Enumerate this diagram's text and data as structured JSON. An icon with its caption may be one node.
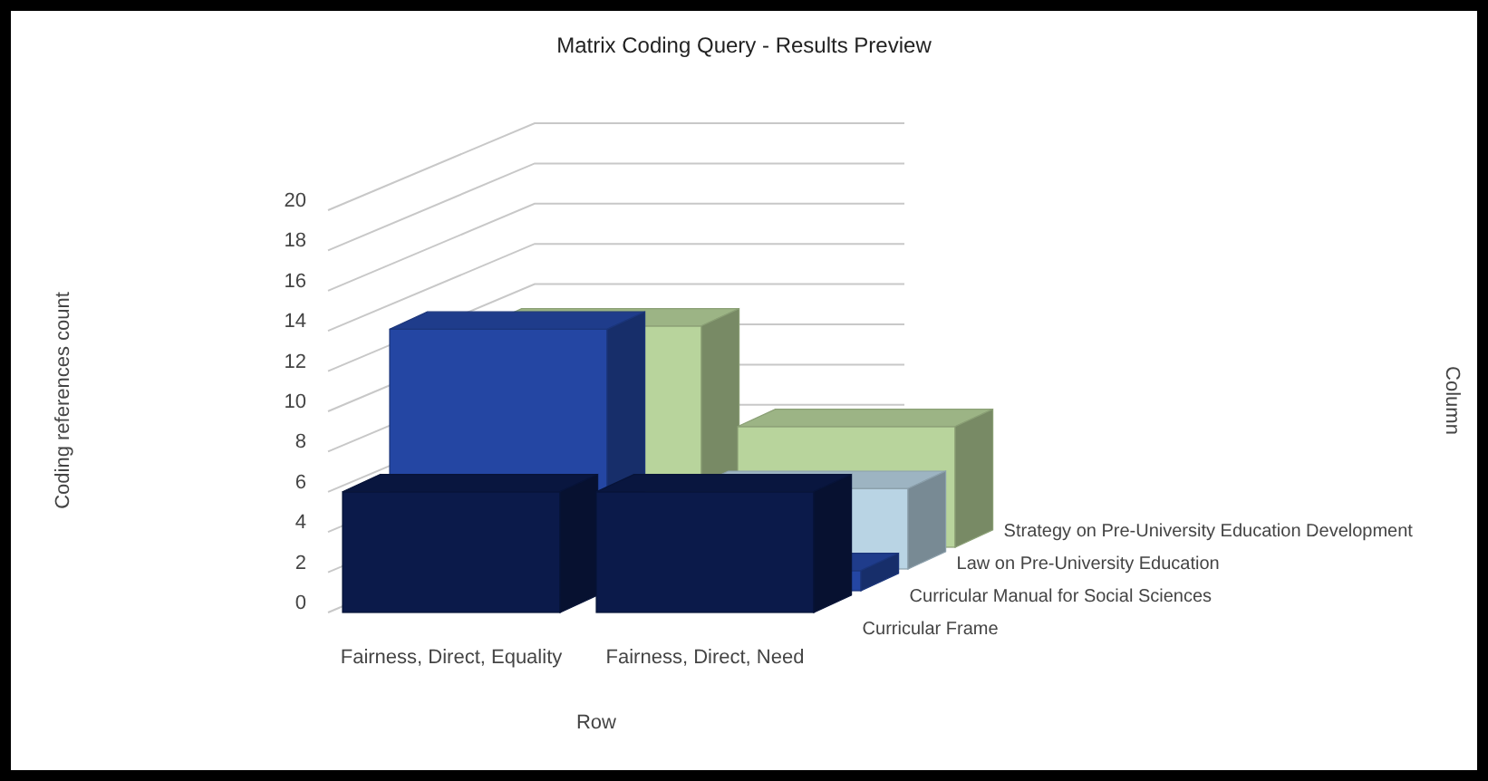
{
  "diagram": {
    "title": "Matrix Coding Query - Results Preview",
    "labels": [
      "Coding references count",
      "20",
      "18",
      "16",
      "14",
      "12",
      "10",
      "8",
      "6",
      "4",
      "2",
      "0",
      "Column",
      "Strategy on Pre-University Education Development",
      "Law on Pre-University Education",
      "Curricular Manual for Social Sciences",
      "Curricular Frame",
      "Fairness, Direct, Equality",
      "Fairness, Direct, Need",
      "Row"
    ]
  }
}
